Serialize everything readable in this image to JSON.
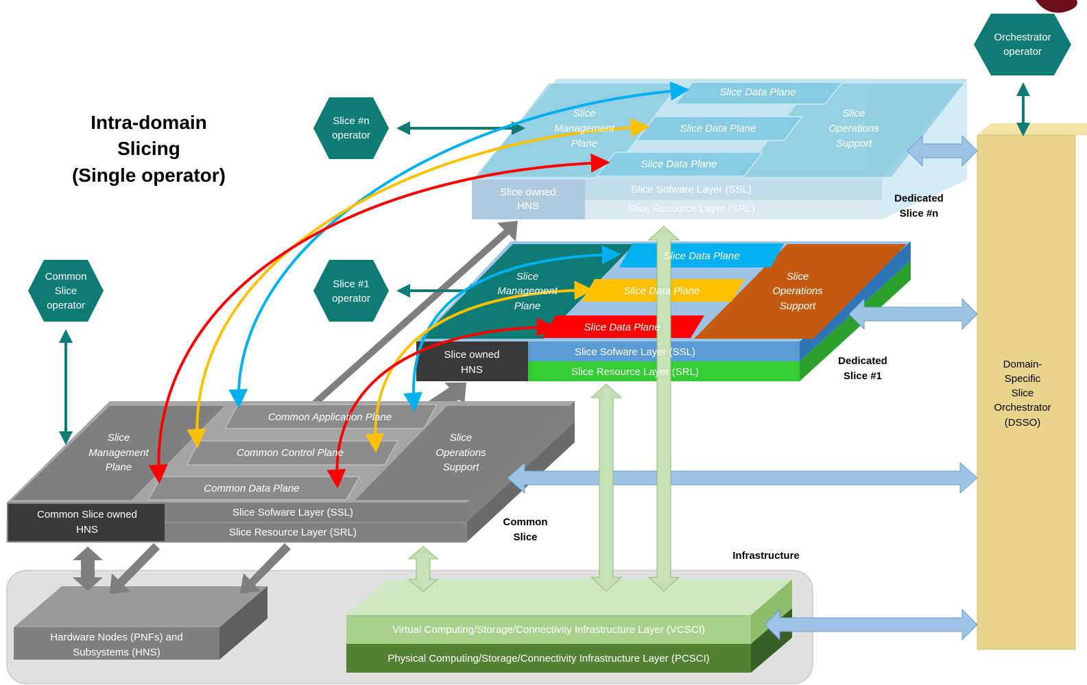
{
  "title": {
    "line1": "Intra-domain",
    "line2": "Slicing",
    "line3": "(Single operator)"
  },
  "operators": {
    "orchestrator": {
      "line1": "Orchestrator",
      "line2": "operator"
    },
    "slice_n": {
      "line1": "Slice #n",
      "line2": "operator"
    },
    "slice_1": {
      "line1": "Slice #1",
      "line2": "operator"
    },
    "common": {
      "line1": "Common",
      "line2": "Slice",
      "line3": "operator"
    }
  },
  "dedicated_n": {
    "label": {
      "line1": "Dedicated",
      "line2": "Slice #n"
    },
    "mgmt": {
      "line1": "Slice",
      "line2": "Management",
      "line3": "Plane"
    },
    "ops": {
      "line1": "Slice",
      "line2": "Operations",
      "line3": "Support"
    },
    "data_planes": [
      "Slice Data Plane",
      "Slice Data Plane",
      "Slice Data Plane"
    ],
    "hns": {
      "line1": "Slice owned",
      "line2": "HNS"
    },
    "ssl": "Slice Sofware Layer (SSL)",
    "srl": "Slice Resource Layer (SRL)"
  },
  "dedicated_1": {
    "label": {
      "line1": "Dedicated",
      "line2": "Slice #1"
    },
    "mgmt": {
      "line1": "Slice",
      "line2": "Management",
      "line3": "Plane"
    },
    "ops": {
      "line1": "Slice",
      "line2": "Operations",
      "line3": "Support"
    },
    "data_planes": [
      "Slice Data Plane",
      "Slice Data Plane",
      "Slice Data Plane"
    ],
    "hns": {
      "line1": "Slice owned",
      "line2": "HNS"
    },
    "ssl": "Slice Sofware Layer (SSL)",
    "srl": "Slice Resource Layer (SRL)"
  },
  "common_slice": {
    "label": {
      "line1": "Common",
      "line2": "Slice"
    },
    "mgmt": {
      "line1": "Slice",
      "line2": "Management",
      "line3": "Plane"
    },
    "ops": {
      "line1": "Slice",
      "line2": "Operations",
      "line3": "Support"
    },
    "application_plane": "Common Application Plane",
    "control_plane": "Common Control Plane",
    "data_plane": "Common Data Plane",
    "hns": {
      "line1": "Common Slice owned",
      "line2": "HNS"
    },
    "ssl": "Slice Sofware Layer (SSL)",
    "srl": "Slice Resource Layer (SRL)"
  },
  "infrastructure": {
    "label": "Infrastructure",
    "hns_box": {
      "line1": "Hardware Nodes (PNFs) and",
      "line2": "Subsystems (HNS)"
    },
    "vcsci": "Virtual Computing/Storage/Connectivity Infrastructure Layer (VCSCI)",
    "pcsci": "Physical Computing/Storage/Connectivity Infrastructure Layer (PCSCI)"
  },
  "dsso": {
    "line1": "Domain-",
    "line2": "Specific",
    "line3": "Slice",
    "line4": "Orchestrator",
    "line5": "(DSSO)"
  },
  "colors": {
    "teal": "#0e7c74",
    "blue_arrow": "#00b0f0",
    "yellow_arrow": "#ffc000",
    "red_arrow": "#ff0000",
    "dsso": "#e8d48a",
    "vcsci": "#a9d18e",
    "pcsci": "#548235",
    "orange": "#c55a11",
    "ssl_blue": "#4f90d0",
    "srl_green": "#33cc33",
    "gray_dark": "#404040"
  }
}
